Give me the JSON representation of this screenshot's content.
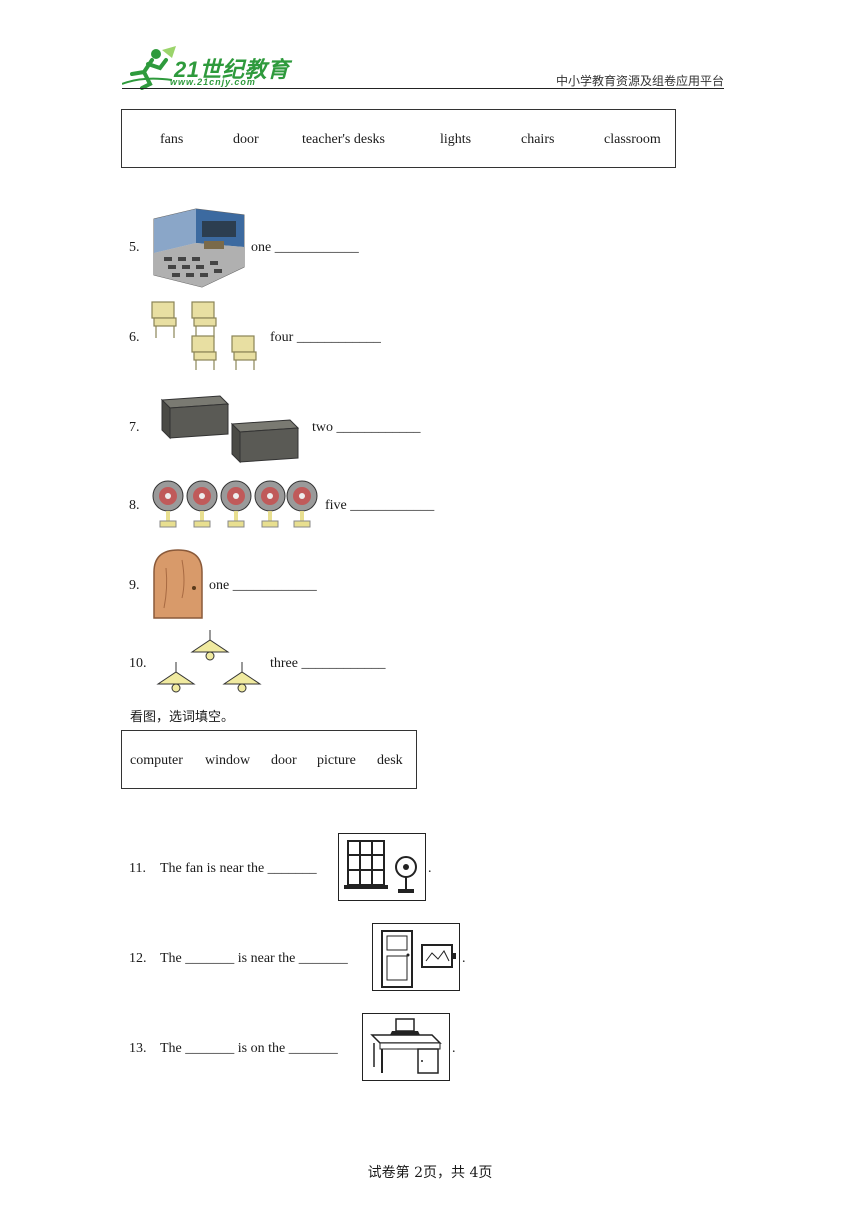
{
  "header": {
    "logo_text": "21世纪教育",
    "logo_url": "www.21cnjy.com",
    "site_name": "中小学教育资源及组卷应用平台"
  },
  "word_bank_1": [
    "fans",
    "door",
    "teacher's desks",
    "lights",
    "chairs",
    "classroom"
  ],
  "questions_a": [
    {
      "num": "5.",
      "text": "one ____________",
      "icon": "classroom-image"
    },
    {
      "num": "6.",
      "text": "four ____________",
      "icon": "chairs-image"
    },
    {
      "num": "7.",
      "text": "two ____________",
      "icon": "teachers-desks-image"
    },
    {
      "num": "8.",
      "text": "five ____________",
      "icon": "fans-image"
    },
    {
      "num": "9.",
      "text": "one ____________",
      "icon": "door-image"
    },
    {
      "num": "10.",
      "text": "three ____________",
      "icon": "lights-image"
    }
  ],
  "instruction": "看图，选词填空。",
  "word_bank_2": [
    "computer",
    "window",
    "door",
    "picture",
    "desk"
  ],
  "questions_b": [
    {
      "num": "11.",
      "text": "The fan is near the _______",
      "end": ".",
      "icon": "window-fan-image"
    },
    {
      "num": "12.",
      "text": "The _______ is near the _______",
      "end": ".",
      "icon": "door-picture-image"
    },
    {
      "num": "13.",
      "text": "The _______ is on the _______",
      "end": ".",
      "icon": "computer-desk-image"
    }
  ],
  "footer": "试卷第 2页，共 4页",
  "colors": {
    "logo_green": "#2e9a3c",
    "chair_yellow": "#e8dfa2",
    "desk_gray": "#5a5a55",
    "fan_red": "#c05a5a",
    "door_brown": "#d89a6a",
    "light_yellow": "#f0eaa0"
  }
}
